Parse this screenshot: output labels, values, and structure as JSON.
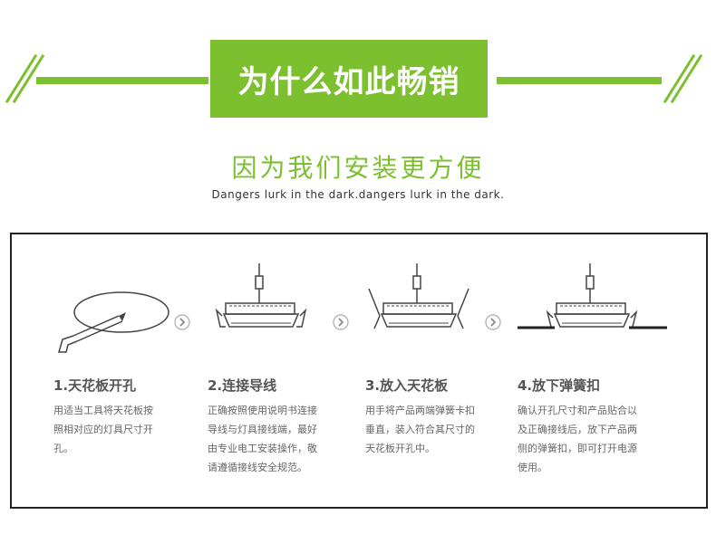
{
  "header": {
    "title": "为什么如此畅销",
    "subtitle": "因为我们安装更方便",
    "caption": "Dangers lurk in the dark.dangers lurk in the dark."
  },
  "colors": {
    "accent": "#7cbf2f",
    "text": "#555555",
    "border": "#222222"
  },
  "steps": [
    {
      "title": "1.天花板开孔",
      "lines": [
        "用适当工具将天花板按",
        "照相对应的灯具尺寸开",
        "孔。"
      ]
    },
    {
      "title": "2.连接导线",
      "lines": [
        "正确按照使用说明书连接",
        "导线与灯具接线端，最好",
        "由专业电工安装操作，敬",
        "请遵循接线安全规范。"
      ]
    },
    {
      "title": "3.放入天花板",
      "lines": [
        "用手将产品两端弹簧卡扣",
        "垂直，装入符合其尺寸的",
        "天花板开孔中。"
      ]
    },
    {
      "title": "4.放下弹簧扣",
      "lines": [
        "确认开孔尺寸和产品贴合以",
        "及正确接线后，放下产品两",
        "侧的弹簧扣，即可打开电源",
        "使用。"
      ]
    }
  ],
  "icons": {
    "step_arrow": "chevron-right-circle-icon"
  }
}
